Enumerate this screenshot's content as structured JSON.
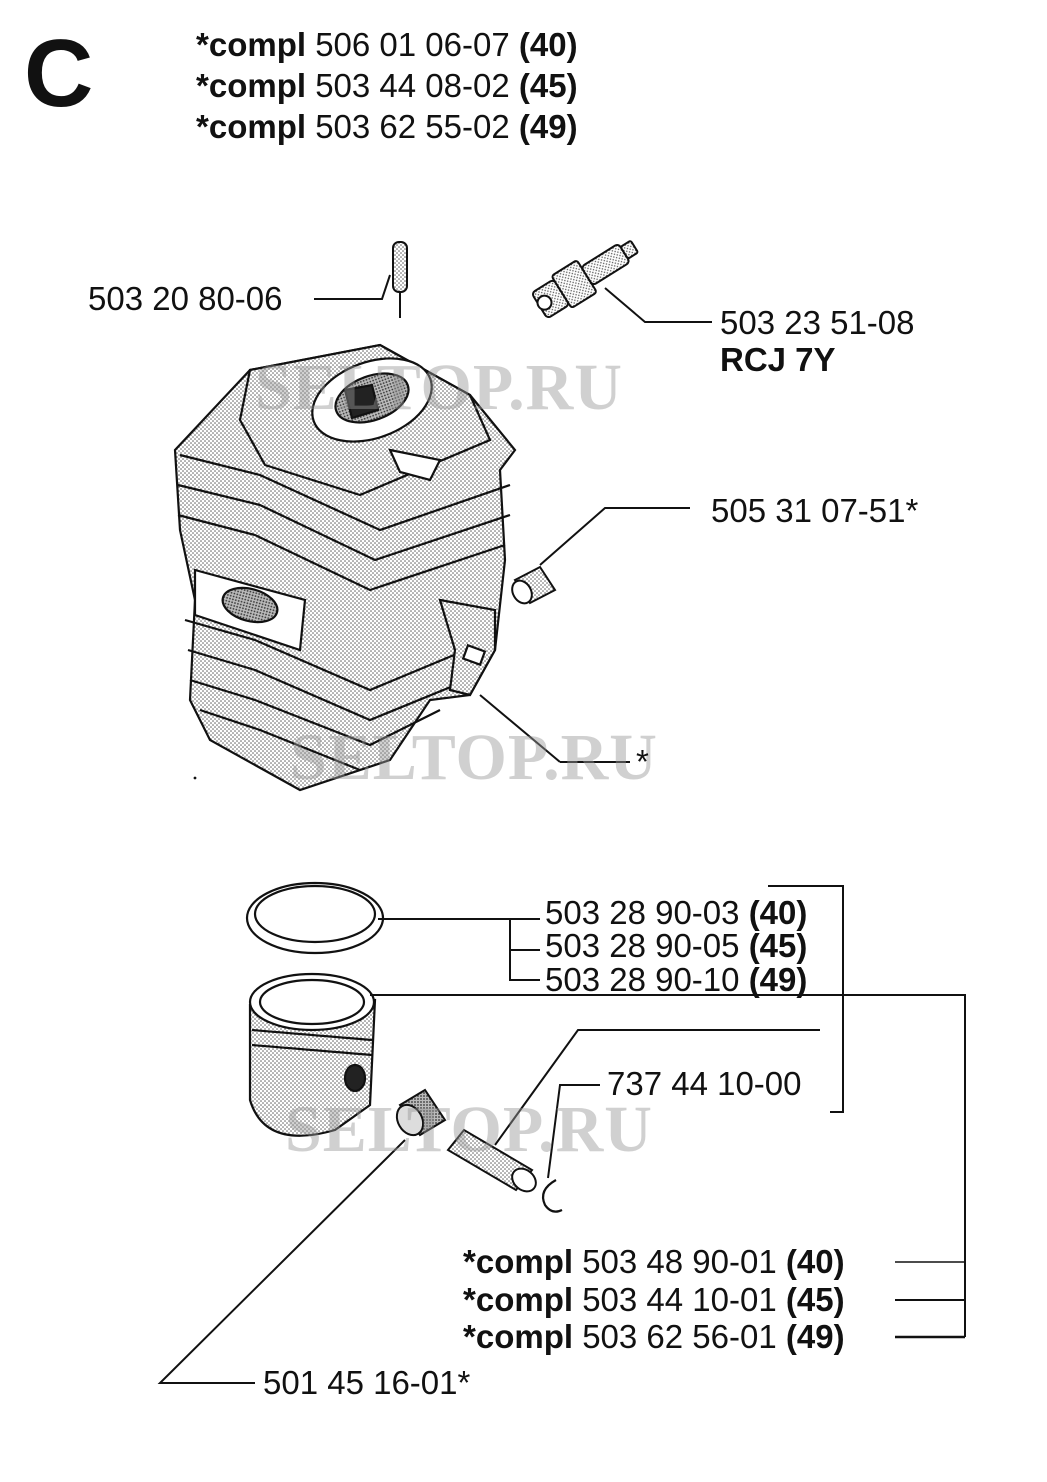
{
  "section_letter": "C",
  "cylinder_kits": [
    {
      "prefix": "*compl",
      "number": "506 01 06-07",
      "size": "(40)"
    },
    {
      "prefix": "*compl",
      "number": "503 44 08-02",
      "size": "(45)"
    },
    {
      "prefix": "*compl",
      "number": "503 62 55-02",
      "size": "(49)"
    }
  ],
  "parts": {
    "pin": "503 20 80-06",
    "spark_plug": "503 23 51-08",
    "spark_plug_type": "RCJ 7Y",
    "insert": "505 31 07-51*",
    "cylinder": "*",
    "piston_rings": [
      {
        "number": "503 28 90-03",
        "size": "(40)"
      },
      {
        "number": "503 28 90-05",
        "size": "(45)"
      },
      {
        "number": "503 28 90-10",
        "size": "(49)"
      }
    ],
    "circlip": "737 44 10-00",
    "bearing": "501 45 16-01*"
  },
  "piston_kits": [
    {
      "prefix": "*compl",
      "number": "503 48 90-01",
      "size": "(40)"
    },
    {
      "prefix": "*compl",
      "number": "503 44 10-01",
      "size": "(45)"
    },
    {
      "prefix": "*compl",
      "number": "503 62 56-01",
      "size": "(49)"
    }
  ],
  "watermarks": [
    "SELTOP.RU",
    "SELTOP.RU",
    "SELTOP.RU"
  ]
}
